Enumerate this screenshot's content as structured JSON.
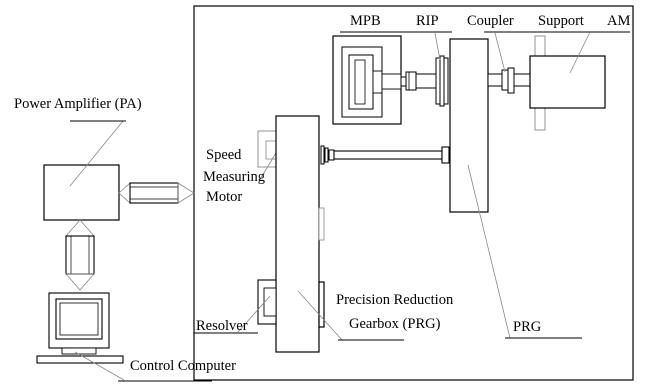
{
  "labels": {
    "mpb": "MPB",
    "rip": "RIP",
    "coupler": "Coupler",
    "support": "Support",
    "am": "AM",
    "power_amplifier": "Power Amplifier (PA)",
    "speed_line1": "Speed",
    "speed_line2": "Measuring",
    "speed_line3": "Motor",
    "resolver": "Resolver",
    "prg_full_line1": "Precision Reduction",
    "prg_full_line2": "Gearbox (PRG)",
    "prg": "PRG",
    "control_computer": "Control Computer"
  },
  "colors": {
    "line": "#000000",
    "fill": "#ffffff",
    "leader": "#888888"
  }
}
